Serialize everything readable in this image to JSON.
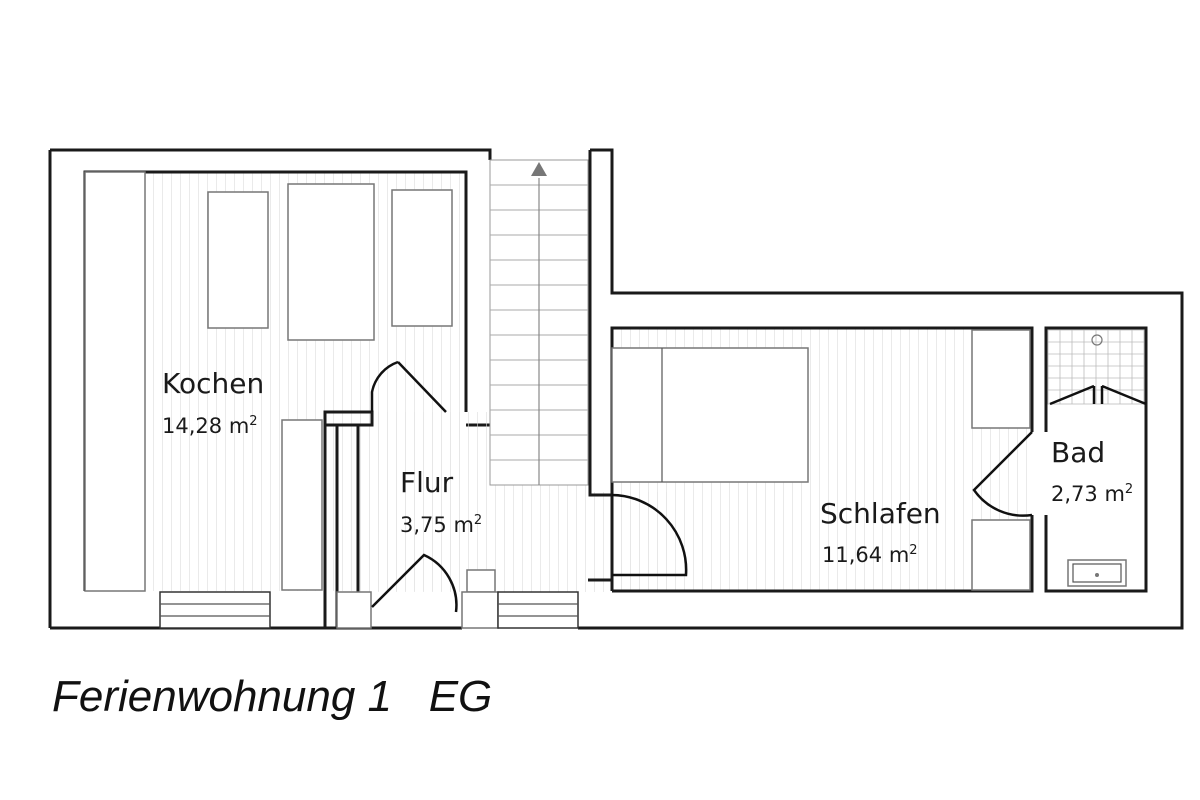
{
  "plan": {
    "title": "Ferienwohnung 1",
    "floor": "EG",
    "rooms": [
      {
        "name": "Kochen",
        "area_value": "14,28",
        "unit": "m",
        "exp": "2"
      },
      {
        "name": "Flur",
        "area_value": "3,75",
        "unit": "m",
        "exp": "2"
      },
      {
        "name": "Schlafen",
        "area_value": "11,64",
        "unit": "m",
        "exp": "2"
      },
      {
        "name": "Bad",
        "area_value": "2,73",
        "unit": "m",
        "exp": "2"
      }
    ],
    "colors": {
      "wall": "#1a1a1a",
      "hatch": "#dcdcdc",
      "furniture": "#777777"
    }
  }
}
